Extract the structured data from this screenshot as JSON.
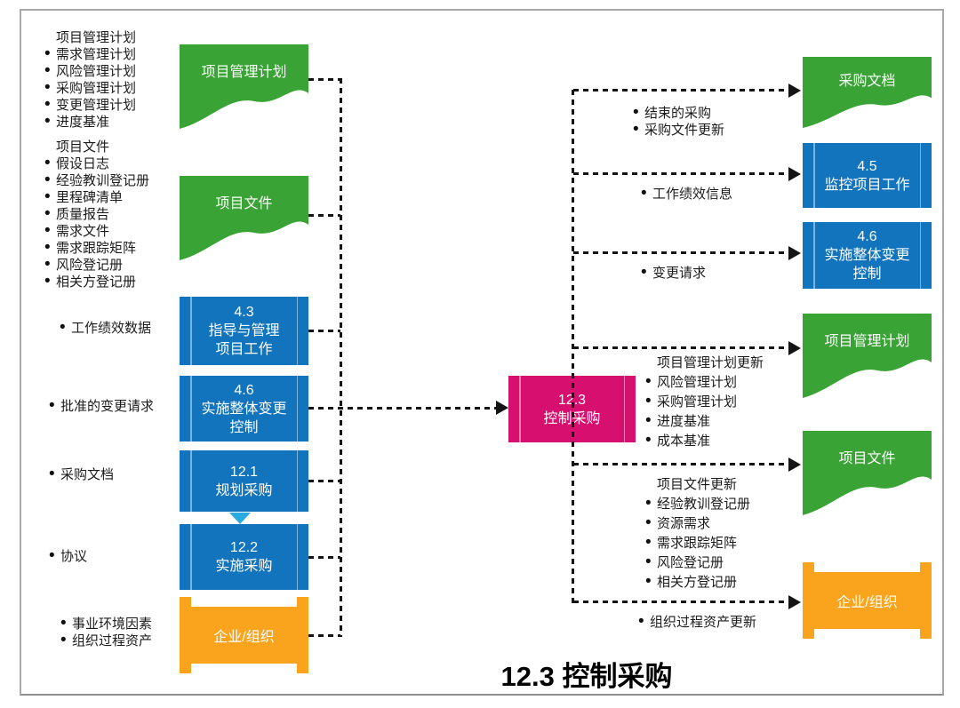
{
  "title": "12.3 控制采购",
  "colors": {
    "green": "#3aa335",
    "blue": "#1274bd",
    "light_blue": "#29abe2",
    "orange": "#f9a41c",
    "magenta": "#d70f6e",
    "line_black": "#141414"
  },
  "inputs": {
    "pmp_note": {
      "header": "项目管理计划",
      "items": [
        "需求管理计划",
        "风险管理计划",
        "采购管理计划",
        "变更管理计划",
        "进度基准"
      ]
    },
    "pd_note": {
      "header": "项目文件",
      "items": [
        "假设日志",
        "经验教训登记册",
        "里程碑清单",
        "质量报告",
        "需求文件",
        "需求跟踪矩阵",
        "风险登记册",
        "相关方登记册"
      ]
    },
    "work_performance_data": "工作绩效数据",
    "approved_change_requests": "批准的变更请求",
    "procurement_documentation": "采购文档",
    "agreements": "协议",
    "eef_opa": [
      "事业环境因素",
      "组织过程资产"
    ]
  },
  "shapes_left": {
    "doc_pmp": "项目管理计划",
    "doc_pd": "项目文件",
    "box_4_3": [
      "4.3",
      "指导与管理",
      "项目工作"
    ],
    "box_4_6": [
      "4.6",
      "实施整体变更",
      "控制"
    ],
    "box_12_1": [
      "12.1",
      "规划采购"
    ],
    "box_12_2": [
      "12.2",
      "实施采购"
    ],
    "org": "企业/组织"
  },
  "process": [
    "12.3",
    "控制采购"
  ],
  "shapes_right": {
    "doc_procurement": "采购文档",
    "box_4_5": [
      "4.5",
      "监控项目工作"
    ],
    "box_4_6": [
      "4.6",
      "实施整体变更",
      "控制"
    ],
    "doc_pmp": "项目管理计划",
    "doc_pd": "项目文件",
    "org": "企业/组织"
  },
  "outputs": {
    "procurement_note": [
      "结束的采购",
      "采购文件更新"
    ],
    "work_performance_information": "工作绩效信息",
    "change_requests": "变更请求",
    "pmp_updates": {
      "header": "项目管理计划更新",
      "items": [
        "风险管理计划",
        "采购管理计划",
        "进度基准",
        "成本基准"
      ]
    },
    "pd_updates": {
      "header": "项目文件更新",
      "items": [
        "经验教训登记册",
        "资源需求",
        "需求跟踪矩阵",
        "风险登记册",
        "相关方登记册"
      ]
    },
    "opa_updates": "组织过程资产更新"
  }
}
